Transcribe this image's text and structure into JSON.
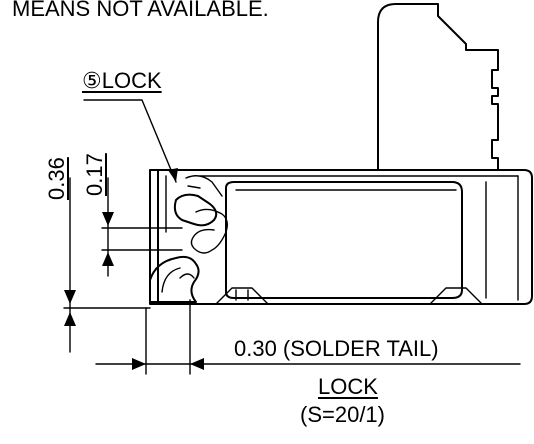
{
  "notes": {
    "header_fragment": "MEANS NOT AVAILABLE."
  },
  "callouts": {
    "lock_marker": "⑤LOCK"
  },
  "dimensions": {
    "overall_height": "0.36",
    "lock_height": "0.17",
    "solder_tail": "0.30 (SOLDER TAIL)"
  },
  "view": {
    "title": "LOCK",
    "scale": "(S=20/1)"
  }
}
